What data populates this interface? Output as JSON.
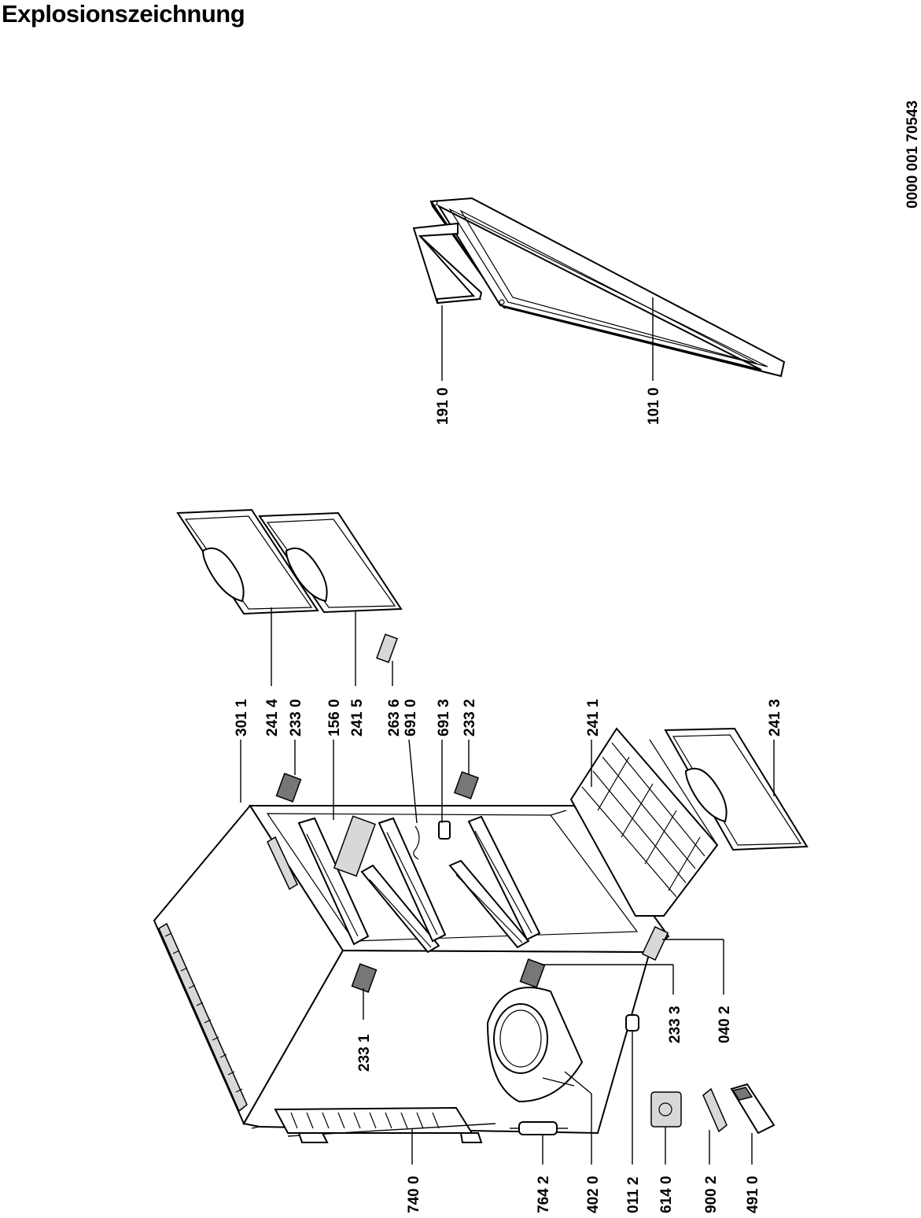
{
  "title": "Explosionszeichnung",
  "document_number": "0000  001 70543",
  "parts": [
    {
      "id": "p1010",
      "number": "101 0"
    },
    {
      "id": "p1910",
      "number": "191 0"
    },
    {
      "id": "p3011",
      "number": "301 1"
    },
    {
      "id": "p2414",
      "number": "241 4"
    },
    {
      "id": "p2330",
      "number": "233 0"
    },
    {
      "id": "p1560",
      "number": "156 0"
    },
    {
      "id": "p2415",
      "number": "241 5"
    },
    {
      "id": "p2636",
      "number": "263 6"
    },
    {
      "id": "p6910",
      "number": "691 0"
    },
    {
      "id": "p6913",
      "number": "691 3"
    },
    {
      "id": "p2332",
      "number": "233 2"
    },
    {
      "id": "p2411",
      "number": "241 1"
    },
    {
      "id": "p2413",
      "number": "241 3"
    },
    {
      "id": "p2331",
      "number": "233 1"
    },
    {
      "id": "p2333",
      "number": "233 3"
    },
    {
      "id": "p0402",
      "number": "040 2"
    },
    {
      "id": "p7400",
      "number": "740 0"
    },
    {
      "id": "p7642",
      "number": "764 2"
    },
    {
      "id": "p4020",
      "number": "402 0"
    },
    {
      "id": "p0112",
      "number": "011 2"
    },
    {
      "id": "p6140",
      "number": "614 0"
    },
    {
      "id": "p9002",
      "number": "900 2"
    },
    {
      "id": "p4910",
      "number": "491 0"
    }
  ]
}
